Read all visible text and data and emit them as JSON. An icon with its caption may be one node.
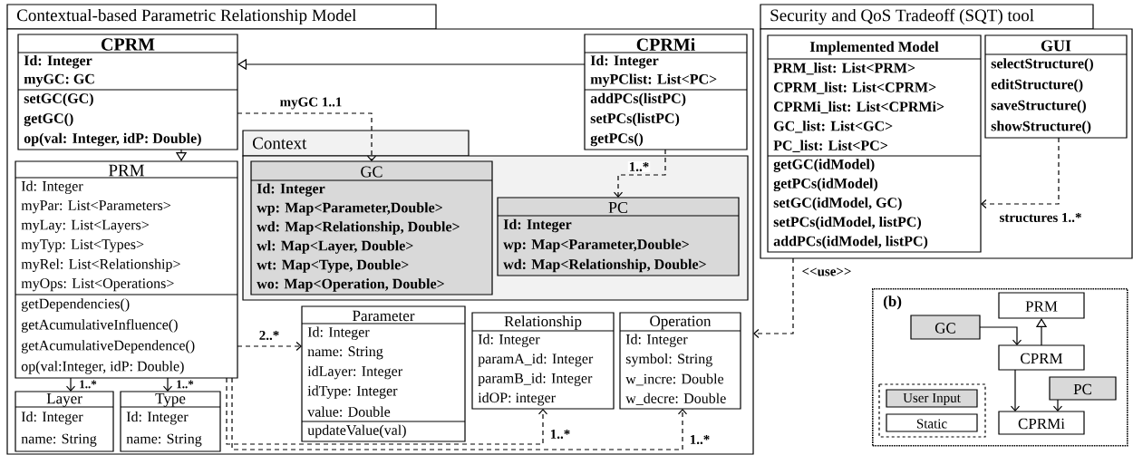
{
  "diagram": {
    "nodes": [
      {
        "text": [
          "Contextual-based Parametric Relationship Model"
        ]
      },
      {
        "text": [
          "CPRM",
          "Id: Integer",
          "myGC: GC",
          "setGC(GC)",
          "getGC()",
          "op(val: Integer, idP: Double)"
        ],
        "in": 0
      },
      {
        "text": [
          "CPRMi",
          "Id: Integer",
          "myPClist: List<PC>",
          "addPCs(listPC)",
          "setPCs(listPC)",
          "getPCs()"
        ],
        "in": 0
      },
      {
        "text": [
          "Context"
        ],
        "in": 0
      },
      {
        "text": [
          "GC",
          "Id: Integer",
          "wp: Map<Parameter,Double>",
          "wd: Map<Relationship, Double>",
          "wl: Map<Layer, Double>",
          "wt: Map<Type, Double>",
          "wo: Map<Operation, Double>"
        ],
        "in": 3
      },
      {
        "text": [
          "PC",
          "Id: Integer",
          "wp: Map<Parameter,Double>",
          "wd: Map<Relationship, Double>"
        ],
        "in": 3
      },
      {
        "text": [
          "PRM",
          "Id: Integer",
          "myPar: List<Parameters>",
          "myLay: List<Layers>",
          "myTyp: List<Types>",
          "myRel: List<Relationship>",
          "myOps: List<Operations>",
          "getDependencies()",
          "getAcumulativeInfluence()",
          "getAcumulativeDependence()",
          "op(val:Integer, idP: Double)"
        ],
        "in": 0
      },
      {
        "text": [
          "Parameter",
          "Id: Integer",
          "name: String",
          "idLayer: Integer",
          "idType: Integer",
          "value: Double",
          "updateValue(val)"
        ],
        "in": 0
      },
      {
        "text": [
          "Relationship",
          "Id: Integer",
          "paramA_id: Integer",
          "paramB_id: Integer",
          "idOP: integer"
        ],
        "in": 0
      },
      {
        "text": [
          "Operation",
          "Id: Integer",
          "symbol: String",
          "w_incre: Double",
          "w_decre: Double"
        ],
        "in": 0
      },
      {
        "text": [
          "Layer",
          "Id: Integer",
          "name: String"
        ],
        "in": 0
      },
      {
        "text": [
          "Type",
          "Id: Integer",
          "name: String"
        ],
        "in": 0
      },
      {
        "text": [
          "Security and QoS Tradeoff (SQT) tool"
        ]
      },
      {
        "text": [
          "Implemented Model",
          "PRM_list: List<PRM>",
          "CPRM_list: List<CPRM>",
          "CPRMi_list: List<CPRMi>",
          "GC_list: List<GC>",
          "PC_list: List<PC>",
          "getGC(idModel)",
          "getPCs(idModel)",
          "setGC(idModel, GC)",
          "setPCs(idModel, listPC)",
          "addPCs(idModel, listPC)"
        ],
        "in": 12
      },
      {
        "text": [
          "GUI",
          "selectStructure()",
          "editStructure()",
          "saveStructure()",
          "showStructure()"
        ],
        "in": 12
      },
      {
        "text": [
          "(b)"
        ]
      },
      {
        "text": [
          "PRM"
        ],
        "in": 15
      },
      {
        "text": [
          "GC"
        ],
        "in": 15
      },
      {
        "text": [
          "CPRM"
        ],
        "in": 15
      },
      {
        "text": [
          "PC"
        ],
        "in": 15
      },
      {
        "text": [
          "CPRMi"
        ],
        "in": 15
      }
    ],
    "edges": [
      {
        "from": 2,
        "to": 1,
        "arrow": "to"
      },
      {
        "from": 1,
        "to": 6,
        "arrow": "to"
      },
      {
        "from": 1,
        "to": 4,
        "arrow": "to",
        "label": "myGC 1..1",
        "style": "dashed"
      },
      {
        "from": 2,
        "to": 5,
        "arrow": "to",
        "label": "1..*",
        "style": "dashed"
      },
      {
        "from": 6,
        "to": 7,
        "arrow": "to",
        "label": "2..*",
        "style": "dashed"
      },
      {
        "from": 6,
        "to": 10,
        "arrow": "to",
        "label": "1..*"
      },
      {
        "from": 6,
        "to": 11,
        "arrow": "to",
        "label": "1..*"
      },
      {
        "from": 6,
        "to": 8,
        "arrow": "to",
        "label": "1..*",
        "style": "dashed"
      },
      {
        "from": 6,
        "to": 9,
        "arrow": "to",
        "label": "1..*",
        "style": "dashed"
      },
      {
        "from": 14,
        "to": 13,
        "arrow": "to",
        "label": "structures 1..*",
        "style": "dashed"
      },
      {
        "from": 12,
        "to": 0,
        "arrow": "to",
        "label": "<<use>>",
        "style": "dashed"
      },
      {
        "from": 17,
        "to": 18,
        "arrow": "to"
      },
      {
        "from": 18,
        "to": 16,
        "arrow": "to"
      },
      {
        "from": 18,
        "to": 20,
        "arrow": "to"
      },
      {
        "from": 19,
        "to": 20,
        "arrow": "to"
      }
    ],
    "legend": [
      {
        "text": "User Input",
        "color": "#d9d9d9"
      },
      {
        "text": "Static"
      }
    ]
  }
}
